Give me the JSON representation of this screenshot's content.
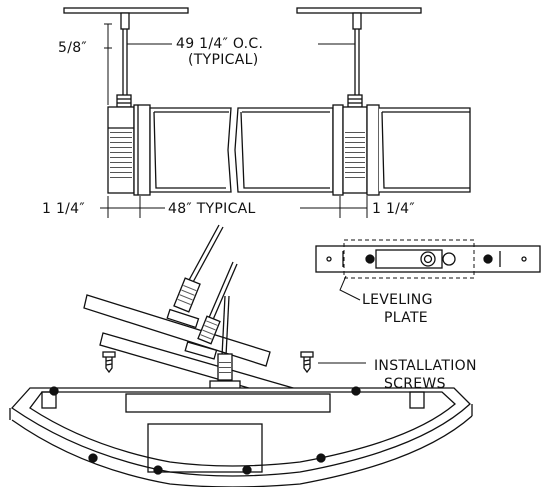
{
  "colors": {
    "ink": "#111111",
    "background": "#ffffff",
    "hatch": "#555555"
  },
  "top_view": {
    "spacing_label": "49 1/4″ O.C.",
    "spacing_note": "(TYPICAL)",
    "drop_label": "5/8″",
    "left_end_label": "1 1/4″",
    "middle_label": "48″ TYPICAL",
    "right_end_label": "1 1/4″"
  },
  "detail": {
    "leveling_plate_line1": "LEVELING",
    "leveling_plate_line2": "PLATE",
    "screws_line1": "INSTALLATION",
    "screws_line2": "SCREWS"
  }
}
